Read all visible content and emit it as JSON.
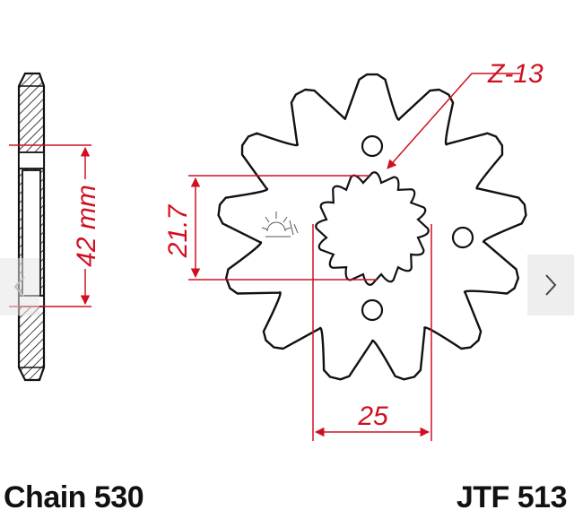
{
  "diagram": {
    "tooth_label": "Z-13",
    "height_label": "42 mm",
    "spline_label": "21.7",
    "bore_label": "25"
  },
  "footer": {
    "chain": "Chain 530",
    "part_number": "JTF 513"
  },
  "colors": {
    "dimension": "#d01020",
    "outline": "#111111",
    "background": "#ffffff"
  },
  "icons": {
    "next": "chevron-right-icon",
    "prev": "chevron-left-icon"
  }
}
